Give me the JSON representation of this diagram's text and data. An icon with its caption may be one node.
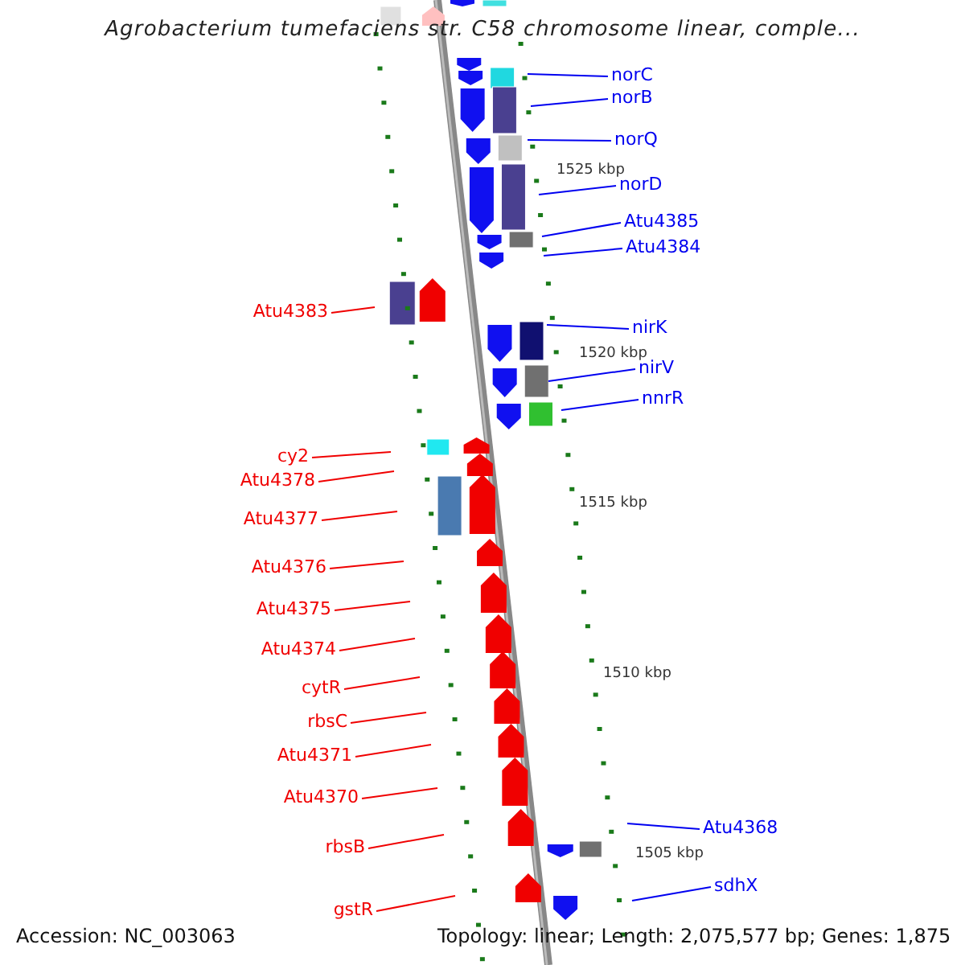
{
  "diagram": {
    "title": "Agrobacterium tumefaciens str. C58 chromosome linear, comple...",
    "nodes": [
      {
        "text": [
          "norC"
        ]
      },
      {
        "text": [
          "norB"
        ]
      },
      {
        "text": [
          "norQ"
        ]
      },
      {
        "text": [
          "norD"
        ]
      },
      {
        "text": [
          "Atu4385"
        ]
      },
      {
        "text": [
          "Atu4384"
        ]
      },
      {
        "text": [
          "Atu4383"
        ]
      },
      {
        "text": [
          "nirK"
        ]
      },
      {
        "text": [
          "nirV"
        ]
      },
      {
        "text": [
          "nnrR"
        ]
      },
      {
        "text": [
          "cy2"
        ]
      },
      {
        "text": [
          "Atu4378"
        ]
      },
      {
        "text": [
          "Atu4377"
        ]
      },
      {
        "text": [
          "Atu4376"
        ]
      },
      {
        "text": [
          "Atu4375"
        ]
      },
      {
        "text": [
          "Atu4374"
        ]
      },
      {
        "text": [
          "cytR"
        ]
      },
      {
        "text": [
          "rbsC"
        ]
      },
      {
        "text": [
          "Atu4371"
        ]
      },
      {
        "text": [
          "Atu4370"
        ]
      },
      {
        "text": [
          "rbsB"
        ]
      },
      {
        "text": [
          "gstR"
        ]
      },
      {
        "text": [
          "Atu4368"
        ]
      },
      {
        "text": [
          "sdhX"
        ]
      }
    ],
    "edges": [
      {
        "from": 0,
        "to": null,
        "arrow": "none",
        "color": "#0000f0"
      },
      {
        "from": 1,
        "to": null,
        "arrow": "none",
        "color": "#0000f0"
      },
      {
        "from": 2,
        "to": null,
        "arrow": "none",
        "color": "#0000f0"
      },
      {
        "from": 3,
        "to": null,
        "arrow": "none",
        "color": "#0000f0"
      },
      {
        "from": 4,
        "to": null,
        "arrow": "none",
        "color": "#0000f0"
      },
      {
        "from": 5,
        "to": null,
        "arrow": "none",
        "color": "#0000f0"
      },
      {
        "from": 6,
        "to": null,
        "arrow": "none"
      },
      {
        "from": 7,
        "to": null,
        "arrow": "none",
        "color": "#0000f0"
      },
      {
        "from": 8,
        "to": null,
        "arrow": "none",
        "color": "#0000f0"
      },
      {
        "from": 9,
        "to": null,
        "arrow": "none",
        "color": "#0000f0"
      },
      {
        "from": 10,
        "to": null,
        "arrow": "none"
      },
      {
        "from": 11,
        "to": null,
        "arrow": "none"
      },
      {
        "from": 12,
        "to": null,
        "arrow": "none"
      },
      {
        "from": 13,
        "to": null,
        "arrow": "none"
      },
      {
        "from": 14,
        "to": null,
        "arrow": "none"
      },
      {
        "from": 15,
        "to": null,
        "arrow": "none"
      },
      {
        "from": 16,
        "to": null,
        "arrow": "none"
      },
      {
        "from": 17,
        "to": null,
        "arrow": "none"
      },
      {
        "from": 18,
        "to": null,
        "arrow": "none"
      },
      {
        "from": 19,
        "to": null,
        "arrow": "none"
      },
      {
        "from": 20,
        "to": null,
        "arrow": "none"
      },
      {
        "from": 21,
        "to": null,
        "arrow": "none"
      },
      {
        "from": 22,
        "to": null,
        "arrow": "none",
        "color": "#0000f0"
      },
      {
        "from": 23,
        "to": null,
        "arrow": "none",
        "color": "#0000f0"
      }
    ],
    "labels": [
      "1525 kbp",
      "1520 kbp",
      "1515 kbp",
      "1510 kbp",
      "1505 kbp",
      "Accession: NC_003063",
      "Topology: linear; Length: 2,075,577 bp; Genes: 1,875"
    ]
  }
}
